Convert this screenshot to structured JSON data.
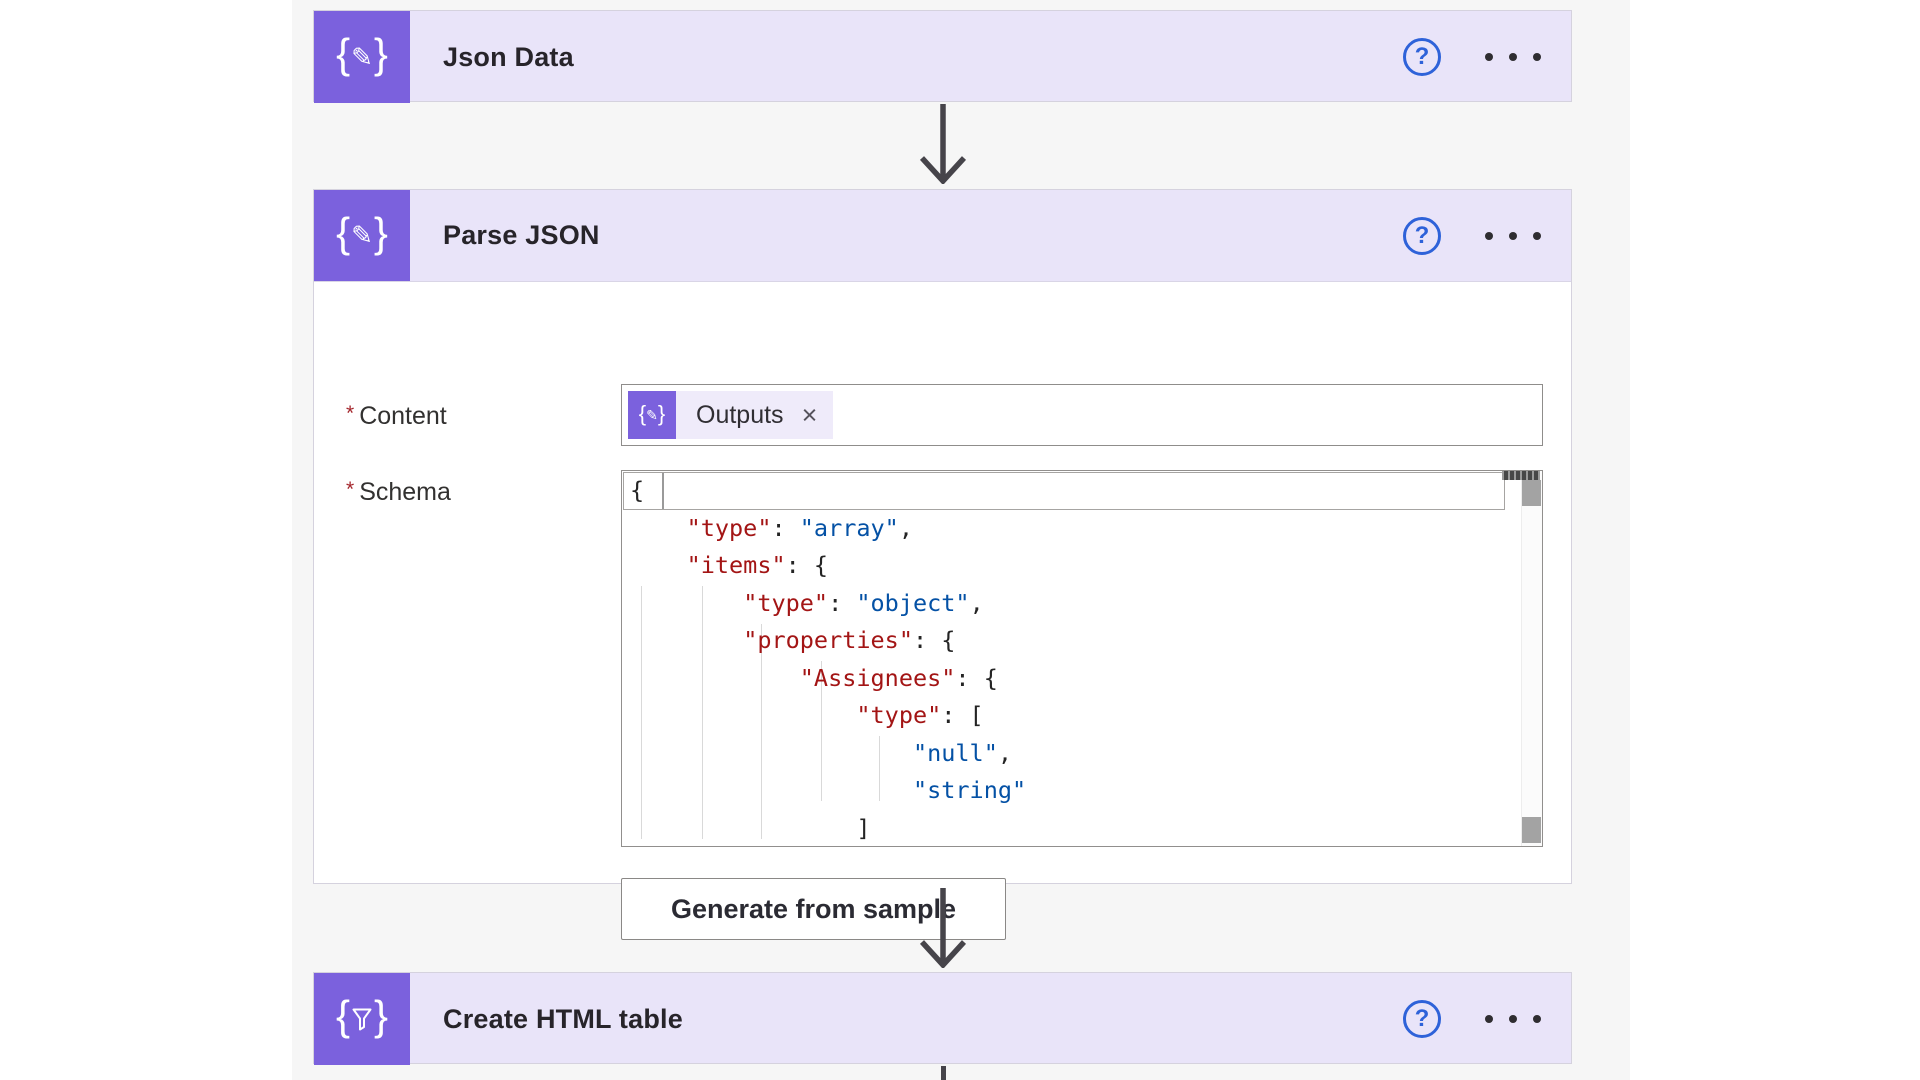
{
  "workflow": {
    "cards": [
      {
        "id": "json_data",
        "title": "Json Data",
        "icon": "braces-pencil-icon",
        "state": "collapsed"
      },
      {
        "id": "parse_json",
        "title": "Parse JSON",
        "icon": "braces-pencil-icon",
        "state": "expanded"
      },
      {
        "id": "create_html_table",
        "title": "Create HTML table",
        "icon": "braces-funnel-icon",
        "state": "collapsed"
      }
    ],
    "parse_json": {
      "content_field": {
        "required_mark": "*",
        "label": "Content",
        "token": {
          "icon": "braces-pencil-icon",
          "text": "Outputs",
          "close_glyph": "×"
        }
      },
      "schema_field": {
        "required_mark": "*",
        "label": "Schema",
        "code_lines": [
          [
            {
              "t": "{",
              "c": "p"
            }
          ],
          [
            {
              "t": "    ",
              "c": "p"
            },
            {
              "t": "\"type\"",
              "c": "k"
            },
            {
              "t": ": ",
              "c": "p"
            },
            {
              "t": "\"array\"",
              "c": "s"
            },
            {
              "t": ",",
              "c": "p"
            }
          ],
          [
            {
              "t": "    ",
              "c": "p"
            },
            {
              "t": "\"items\"",
              "c": "k"
            },
            {
              "t": ": {",
              "c": "p"
            }
          ],
          [
            {
              "t": "        ",
              "c": "p"
            },
            {
              "t": "\"type\"",
              "c": "k"
            },
            {
              "t": ": ",
              "c": "p"
            },
            {
              "t": "\"object\"",
              "c": "s"
            },
            {
              "t": ",",
              "c": "p"
            }
          ],
          [
            {
              "t": "        ",
              "c": "p"
            },
            {
              "t": "\"properties\"",
              "c": "k"
            },
            {
              "t": ": {",
              "c": "p"
            }
          ],
          [
            {
              "t": "            ",
              "c": "p"
            },
            {
              "t": "\"Assignees\"",
              "c": "k"
            },
            {
              "t": ": {",
              "c": "p"
            }
          ],
          [
            {
              "t": "                ",
              "c": "p"
            },
            {
              "t": "\"type\"",
              "c": "k"
            },
            {
              "t": ": [",
              "c": "p"
            }
          ],
          [
            {
              "t": "                    ",
              "c": "p"
            },
            {
              "t": "\"null\"",
              "c": "s"
            },
            {
              "t": ",",
              "c": "p"
            }
          ],
          [
            {
              "t": "                    ",
              "c": "p"
            },
            {
              "t": "\"string\"",
              "c": "s"
            }
          ],
          [
            {
              "t": "                ",
              "c": "p"
            },
            {
              "t": "]",
              "c": "p"
            }
          ]
        ]
      },
      "generate_button_label": "Generate from sample"
    },
    "icons": {
      "help_glyph": "?",
      "more_icon": "dots-horizontal",
      "brace_open": "{",
      "brace_close": "}",
      "pencil_glyph": "✎"
    },
    "colors": {
      "accent_purple": "#7b61dd",
      "card_lavender": "#e9e4f9",
      "token_pill": "#efebfa",
      "help_blue": "#2e62d9",
      "canvas_gray": "#f6f6f6",
      "code_key_red": "#a31515",
      "code_string_blue": "#0451a5",
      "required_red": "#a4262c"
    }
  }
}
